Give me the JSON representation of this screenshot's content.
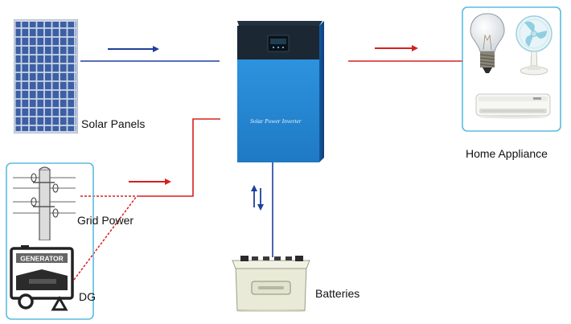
{
  "components": {
    "solar": {
      "label": "Solar Panels"
    },
    "inverter": {
      "label": "Solar Power Inverter"
    },
    "appliance": {
      "label": "Home Appliance"
    },
    "grid": {
      "label": "Grid Power"
    },
    "generator": {
      "label": "DG",
      "plate": "GENERATOR"
    },
    "batteries": {
      "label": "Batteries"
    }
  },
  "colors": {
    "dc_line": "#1f3f9c",
    "ac_line": "#d62020",
    "box_border": "#5bbbe0",
    "inverter_blue": "#1d86d6"
  },
  "icons": [
    "solar-panel-icon",
    "inverter-icon",
    "light-bulb-icon",
    "desk-fan-icon",
    "air-conditioner-icon",
    "utility-pole-icon",
    "generator-icon",
    "battery-icon"
  ]
}
